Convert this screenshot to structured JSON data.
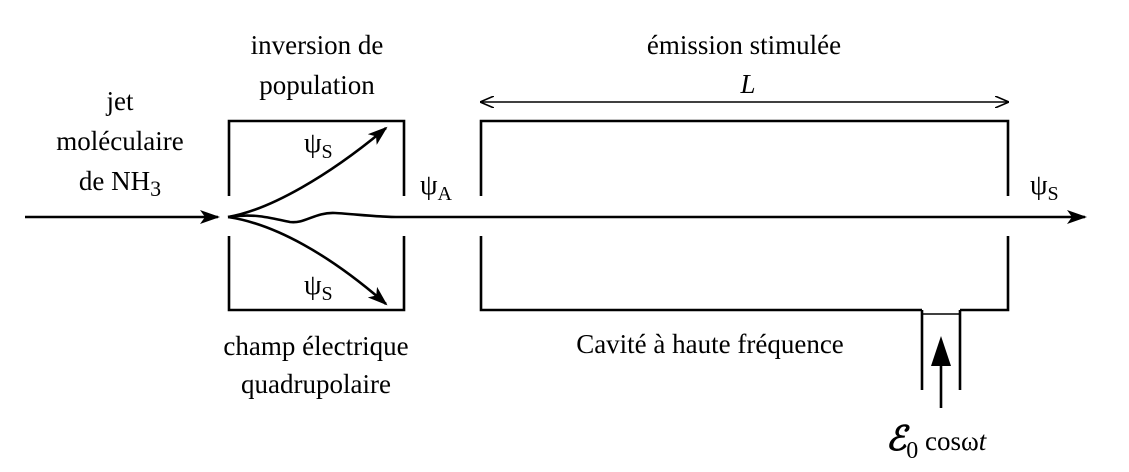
{
  "labels": {
    "jet_line1": "jet",
    "jet_line2": "moléculaire",
    "jet_line3_prefix": "de NH",
    "jet_line3_sub": "3",
    "inversion_line1": "inversion de",
    "inversion_line2": "population",
    "emission": "émission stimulée",
    "length": "L",
    "field_line1": "champ électrique",
    "field_line2": "quadrupolaire",
    "cavity": "Cavité à haute fréquence",
    "psi_symbol": "ψ",
    "sub_S": "S",
    "sub_A": "A",
    "source_symbol": "ℰ",
    "source_sub": "0",
    "source_func": " cosω",
    "source_var": "t"
  }
}
